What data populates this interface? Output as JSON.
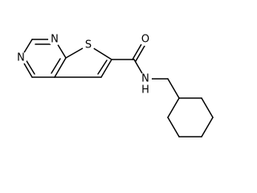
{
  "molecule": {
    "atoms": {
      "sulfur": "S",
      "oxygen": "O",
      "amide_nitrogen": "N",
      "amide_hydrogen": "H",
      "pyrimidine_n1": "N",
      "pyrimidine_n3": "N"
    },
    "colors": {
      "bond": "#000000",
      "label": "#000000",
      "background": "#ffffff"
    }
  }
}
